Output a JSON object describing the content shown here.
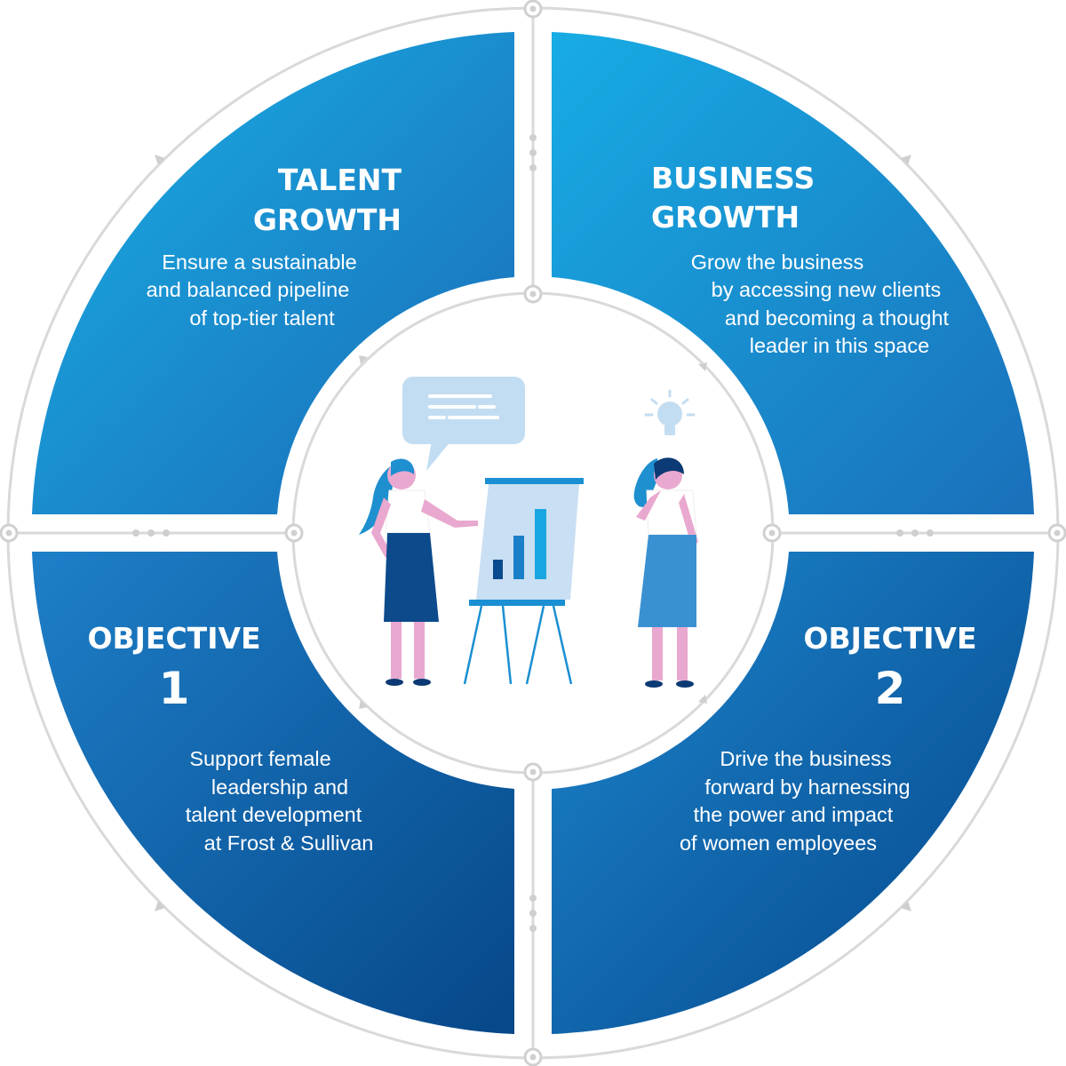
{
  "colors": {
    "quad_top_light": "#18a9e3",
    "quad_top_dark": "#1a6cb8",
    "quad_bottom_light": "#1c7cc6",
    "quad_bottom_dark": "#06498f",
    "ring": "#d6d6d6",
    "skirt_dark": "#0c4a8c",
    "skin_pink": "#e9a8cf",
    "skirt_light": "#3a91d1",
    "hair": "#1d8fcf",
    "board_fill": "#c9dff3",
    "bubble": "#bfdcf2"
  },
  "quadrants": {
    "talent_growth": {
      "title_line1": "TALENT",
      "title_line2": "GROWTH",
      "body": [
        "Ensure a sustainable",
        "and balanced pipeline",
        "of top-tier talent"
      ]
    },
    "business_growth": {
      "title_line1": "BUSINESS",
      "title_line2": "GROWTH",
      "body": [
        "Grow the business",
        "by accessing new clients",
        "and becoming a thought",
        "leader in this space"
      ]
    },
    "objective_1": {
      "title": "OBJECTIVE",
      "number": "1",
      "body": [
        "Support female",
        "leadership and",
        "talent development",
        "at Frost  & Sullivan"
      ]
    },
    "objective_2": {
      "title": "OBJECTIVE",
      "number": "2",
      "body": [
        "Drive the business",
        "forward by harnessing",
        "the power and impact",
        "of women employees"
      ]
    }
  },
  "illustration": {
    "icons": [
      "speech-bubble-icon",
      "lightbulb-icon",
      "bar-chart-icon"
    ]
  }
}
